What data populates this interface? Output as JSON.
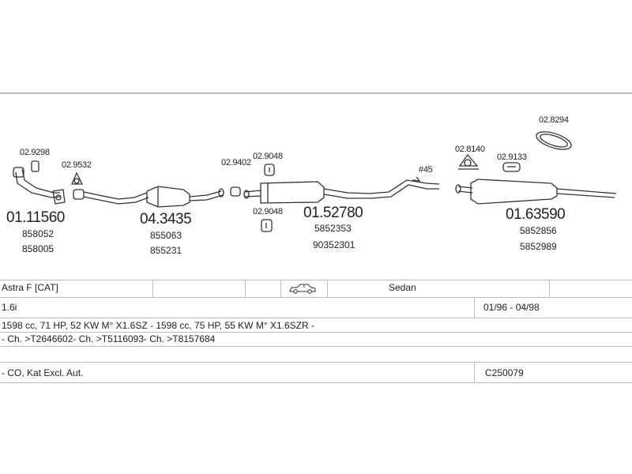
{
  "parts": [
    {
      "id": "02.9298"
    },
    {
      "id": "02.9532"
    },
    {
      "id": "02.9402"
    },
    {
      "id": "02.9048"
    },
    {
      "id": "02.9048"
    },
    {
      "id": "02.8140"
    },
    {
      "id": "02.9133"
    },
    {
      "id": "02.8294"
    }
  ],
  "sections": [
    {
      "code": "01.11560",
      "refs": [
        "858052",
        "858005"
      ]
    },
    {
      "code": "04.3435",
      "refs": [
        "855063",
        "855231"
      ]
    },
    {
      "code": "01.52780",
      "refs": [
        "5852353",
        "90352301"
      ]
    },
    {
      "code": "01.63590",
      "refs": [
        "5852856",
        "5852989"
      ]
    }
  ],
  "misc": {
    "marker": "#45"
  },
  "table": {
    "model": "Astra F  [CAT]",
    "body_type": "Sedan",
    "car_icon": "car-sedan-icon",
    "engine": "1.6i",
    "period": "01/96 - 04/98",
    "engine_details": "1598 cc, 71 HP, 52 KW M° X1.6SZ -  1598 cc, 75 HP, 55 KW M° X1.6SZR -",
    "chassis": "- Ch. >T2646602- Ch. >T5116093- Ch. >T8157684",
    "notes": "- CO, Kat Excl. Aut.",
    "code": "C250079"
  }
}
